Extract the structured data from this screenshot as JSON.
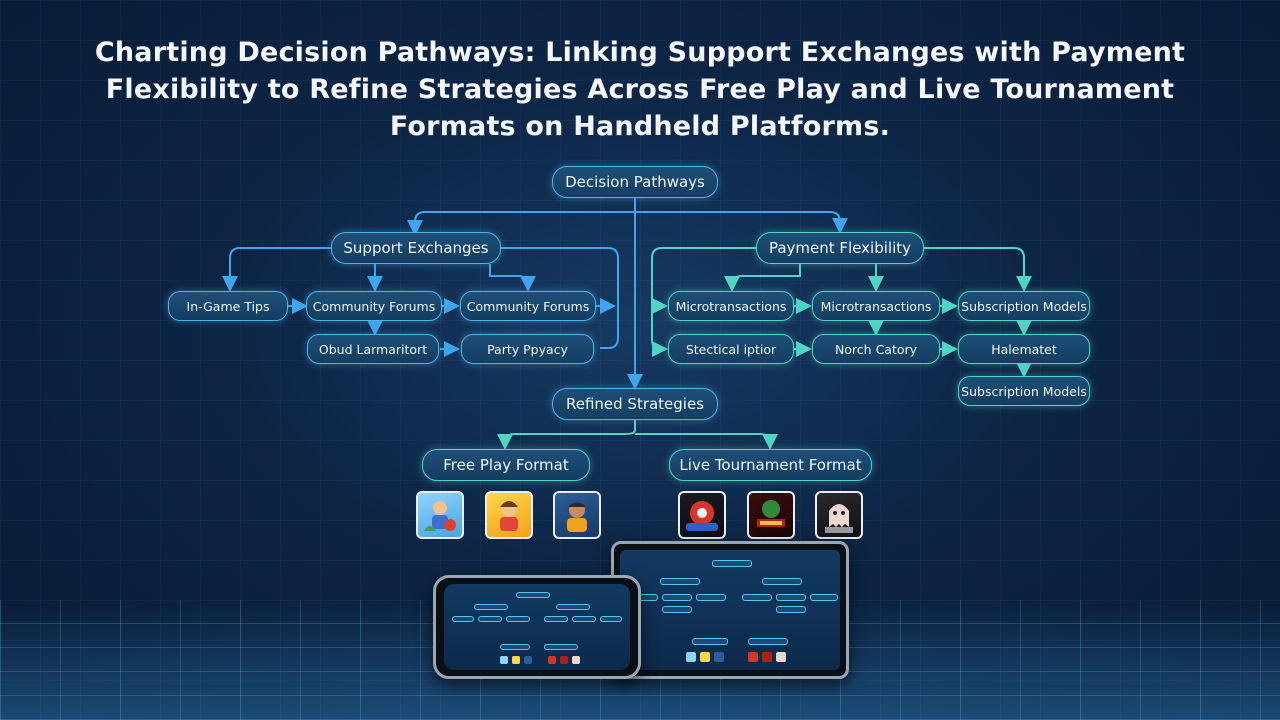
{
  "title": "Charting Decision Pathways: Linking Support Exchanges with Payment Flexibility to Refine Strategies Across Free Play and Live Tournament Formats on Handheld Platforms.",
  "nodes": {
    "root": "Decision Pathways",
    "support": "Support Exchanges",
    "payment": "Payment Flexibility",
    "in_game_tips": "In-Game Tips",
    "community_forums_1": "Community Forums",
    "community_forums_2": "Community Forums",
    "obud": "Obud Larmaritort",
    "party": "Party Ppyacy",
    "micro_1": "Microtransactions",
    "micro_2": "Microtransactions",
    "subscription_1": "Subscription Models",
    "stectical": "Stectical iptior",
    "norch": "Norch Catory",
    "halematet": "Halematet",
    "subscription_2": "Subscription Models",
    "refined": "Refined Strategies",
    "free_play": "Free Play Format",
    "live_tournament": "Live Tournament Format"
  },
  "icons": {
    "free_play": [
      "farmer-character-icon",
      "girl-character-icon",
      "boy-character-icon"
    ],
    "live_tournament": [
      "red-robot-icon",
      "battle-arena-icon",
      "ghost-character-icon"
    ]
  },
  "colors": {
    "blue_edge": "#3fa6ec",
    "teal_edge": "#4fd6c4",
    "node_fill": "#1a4870",
    "background": "#0d2545"
  }
}
